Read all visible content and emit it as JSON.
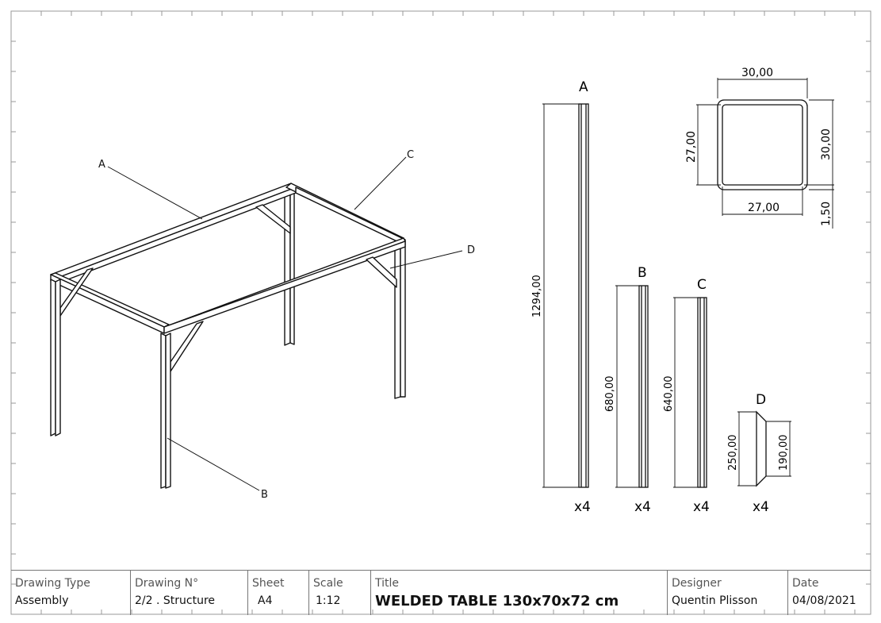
{
  "isometric_labels": {
    "a": "A",
    "b": "B",
    "c": "C",
    "d": "D"
  },
  "parts": [
    {
      "letter": "A",
      "length": "1294,00",
      "qty": "x4"
    },
    {
      "letter": "B",
      "length": "680,00",
      "qty": "x4"
    },
    {
      "letter": "C",
      "length": "640,00",
      "qty": "x4"
    },
    {
      "letter": "D",
      "length_outer": "250,00",
      "length_inner": "190,00",
      "qty": "x4"
    }
  ],
  "profile": {
    "outer_w": "30,00",
    "outer_h": "30,00",
    "inner_w": "27,00",
    "inner_h": "27,00",
    "wall": "1,50"
  },
  "title_block": {
    "drawing_type_label": "Drawing Type",
    "drawing_type": "Assembly",
    "drawing_no_label": "Drawing N°",
    "drawing_no": "2/2 . Structure",
    "sheet_label": "Sheet",
    "sheet": "A4",
    "scale_label": "Scale",
    "scale": "1:12",
    "title_label": "Title",
    "title": "WELDED TABLE 130x70x72 cm",
    "designer_label": "Designer",
    "designer": "Quentin Plisson",
    "date_label": "Date",
    "date": "04/08/2021"
  },
  "colors": {
    "line": "#111111",
    "frame": "#888888"
  }
}
